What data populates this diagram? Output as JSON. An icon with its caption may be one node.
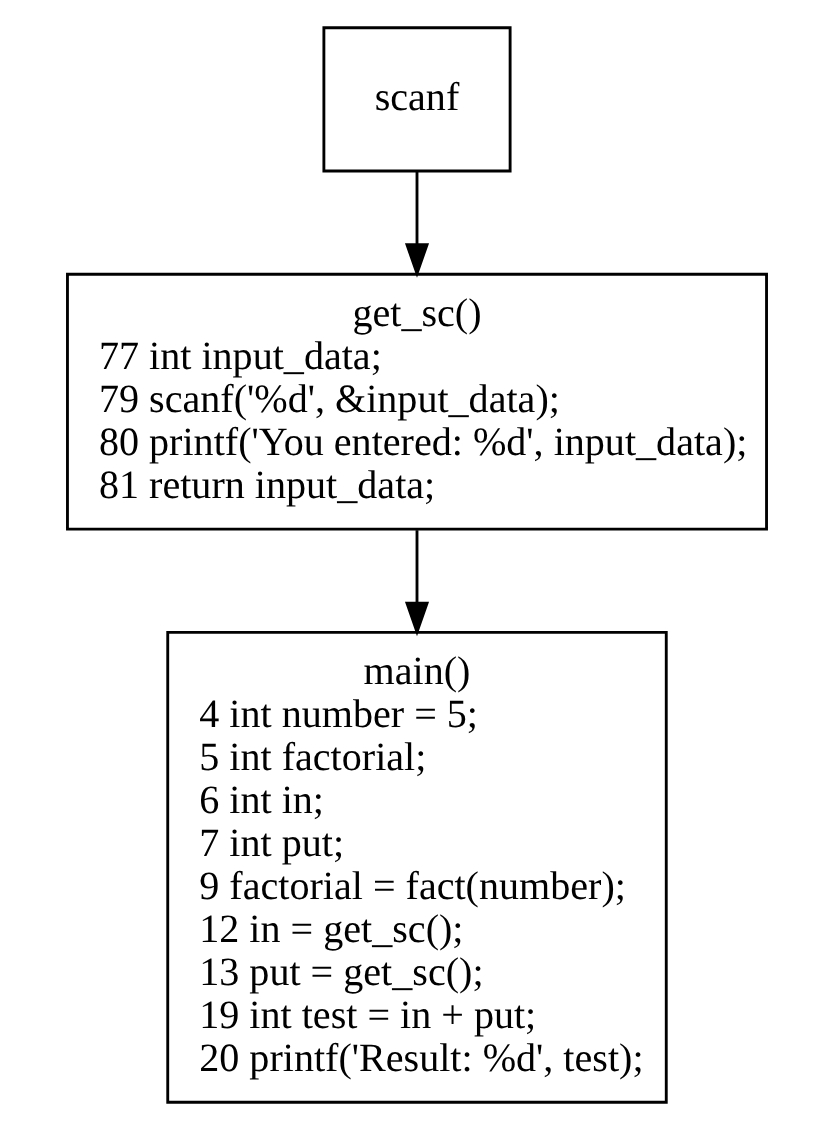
{
  "diagram": {
    "nodes": [
      {
        "text": [
          "scanf"
        ]
      },
      {
        "text": [
          "get_sc()",
          "77 int input_data;",
          "79 scanf('%d', &input_data);",
          "80 printf('You entered: %d', input_data);",
          "81 return input_data;"
        ]
      },
      {
        "text": [
          "main()",
          "4 int number = 5;",
          "5 int factorial;",
          "6 int in;",
          "7 int put;",
          "9 factorial = fact(number);",
          "12 in = get_sc();",
          "13 put = get_sc();",
          "19 int test = in + put;",
          "20 printf('Result: %d', test);"
        ]
      }
    ],
    "edges": [
      {
        "from": 0,
        "to": 1,
        "arrow": "to"
      },
      {
        "from": 1,
        "to": 2,
        "arrow": "to"
      }
    ]
  }
}
